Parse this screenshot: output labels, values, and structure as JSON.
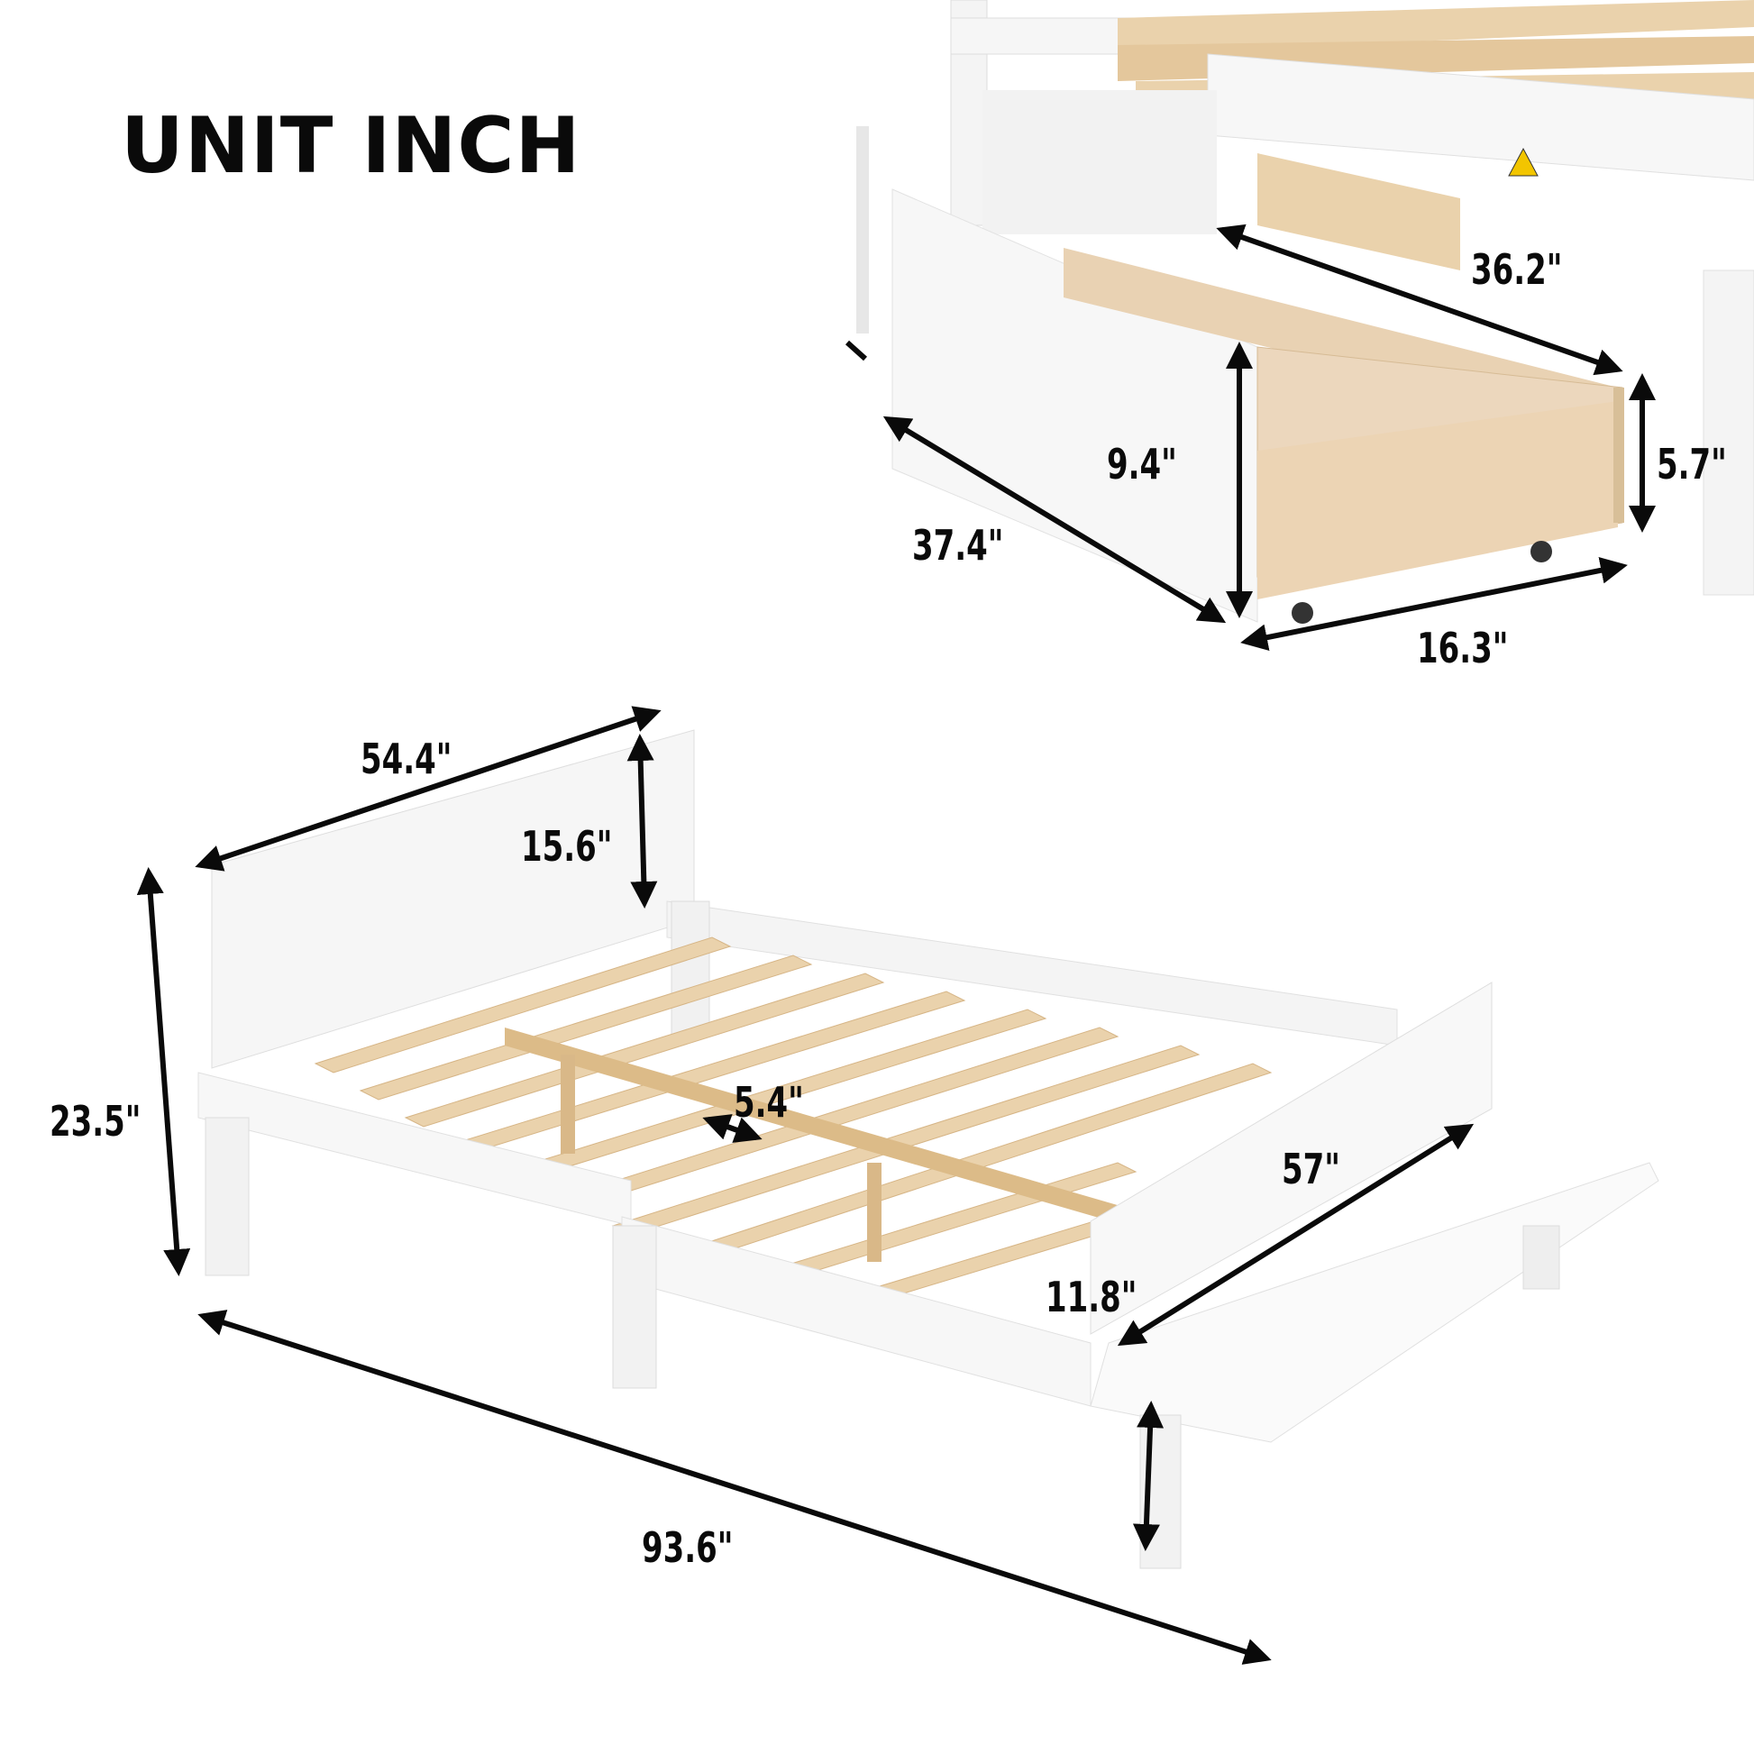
{
  "title": "UNIT INCH",
  "colors": {
    "background": "#ffffff",
    "frame_white": "#f7f7f7",
    "frame_shadow": "#dcdcdc",
    "wood": "#ead2ac",
    "wood_dark": "#d9b888",
    "drawer_wood": "#ecd7bd",
    "arrow": "#0a0a0a",
    "screw": "#b08a3c",
    "warning_yellow": "#f2c500"
  },
  "drawer": {
    "dimensions": {
      "depth": "36.2\"",
      "height_front": "9.4\"",
      "height_side": "5.7\"",
      "length": "37.4\"",
      "width": "16.3\""
    }
  },
  "bed": {
    "dimensions": {
      "headboard_width": "54.4\"",
      "headboard_height": "15.6\"",
      "total_height": "23.5\"",
      "slat_gap": "5.4\"",
      "side_length": "57\"",
      "total_length": "93.6\"",
      "leg_height": "11.8\""
    }
  }
}
